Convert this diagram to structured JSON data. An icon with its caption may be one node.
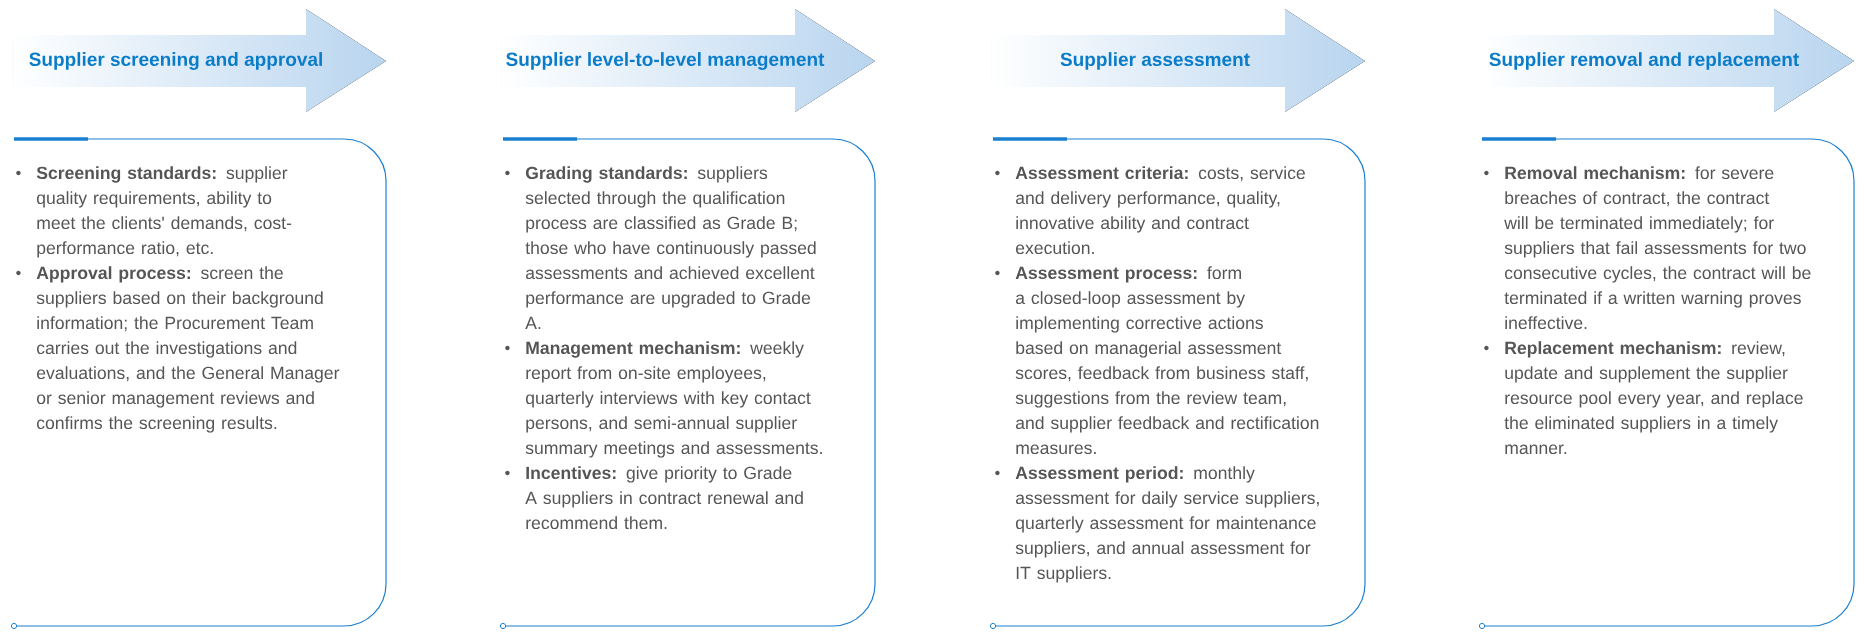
{
  "diagram": {
    "nodes": [
      {
        "text": [
          "Supplier screening and approval"
        ]
      },
      {
        "text": [
          "**Screening standards:** supplier quality requirements, ability to meet the clients' demands, cost-performance ratio, etc.",
          "**Approval process:** screen the suppliers based on their background information; the Procurement Team carries out the investigations and evaluations, and the General Manager or senior management reviews and confirms the screening results."
        ]
      },
      {
        "text": [
          "Supplier level-to-level management"
        ]
      },
      {
        "text": [
          "**Grading standards:** suppliers selected through the qualification process are classified as Grade B; those who have continuously passed assessments and achieved excellent performance are upgraded to Grade A.",
          "**Management mechanism:** weekly report from on-site employees, quarterly interviews with key contact persons, and semi-annual supplier summary meetings and assessments.",
          "**Incentives:** give priority to Grade A suppliers in contract renewal and recommend them."
        ]
      },
      {
        "text": [
          "Supplier assessment"
        ]
      },
      {
        "text": [
          "**Assessment criteria:** costs, service and delivery performance, quality, innovative ability and contract execution.",
          "**Assessment process:** form a closed-loop assessment by implementing corrective actions based on managerial assessment scores, feedback from business staff, suggestions from the review team, and supplier feedback and rectification measures.",
          "**Assessment period:** monthly assessment for daily service suppliers, quarterly assessment for maintenance suppliers, and annual assessment for IT suppliers."
        ]
      },
      {
        "text": [
          "Supplier removal and replacement"
        ]
      },
      {
        "text": [
          "**Removal mechanism:** for severe breaches of contract, the contract will be terminated immediately; for suppliers that fail assessments for two consecutive cycles, the contract will be terminated if a written warning proves ineffective.",
          "**Replacement mechanism:** review, update and supplement the supplier resource pool every year, and replace the eliminated suppliers in a timely manner."
        ]
      }
    ]
  }
}
